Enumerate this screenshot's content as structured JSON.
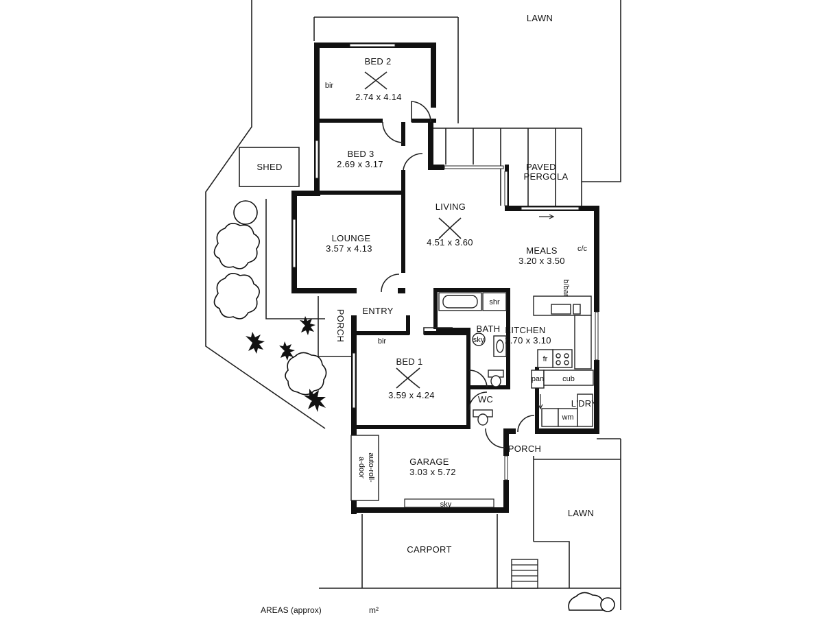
{
  "labels": {
    "lawn_top": "LAWN",
    "lawn_bottom": "LAWN",
    "bed2": "BED 2",
    "bed2_size": "2.74 x 4.14",
    "bir_bed2": "bir",
    "bed3": "BED 3",
    "bed3_size": "2.69 x 3.17",
    "shed": "SHED",
    "paved": "PAVED",
    "pergola": "PERGOLA",
    "living": "LIVING",
    "living_size": "4.51 x 3.60",
    "lounge": "LOUNGE",
    "lounge_size": "3.57 x 4.13",
    "meals": "MEALS",
    "meals_size": "3.20 x 3.50",
    "cc": "c/c",
    "bbar": "b/bar",
    "entry": "ENTRY",
    "porch_side": "PORCH",
    "shr": "shr",
    "bath": "BATH",
    "kitchen": "KITCHEN",
    "kitchen_size": "2.70 x 3.10",
    "sky_bath": "sky",
    "fr": "fr",
    "bir_bed1": "bir",
    "bed1": "BED 1",
    "bed1_size": "3.59 x 4.24",
    "wc": "WC",
    "pan": "pan",
    "cub": "cub",
    "ldry": "L'DRY",
    "wm": "wm",
    "garage": "GARAGE",
    "garage_size": "3.03 x 5.72",
    "auto_roll": "auto-roll-",
    "auto_door": "a-door",
    "sky_garage": "sky",
    "porch_rear": "PORCH",
    "carport": "CARPORT",
    "areas": "AREAS (approx)",
    "m2": "m²"
  }
}
